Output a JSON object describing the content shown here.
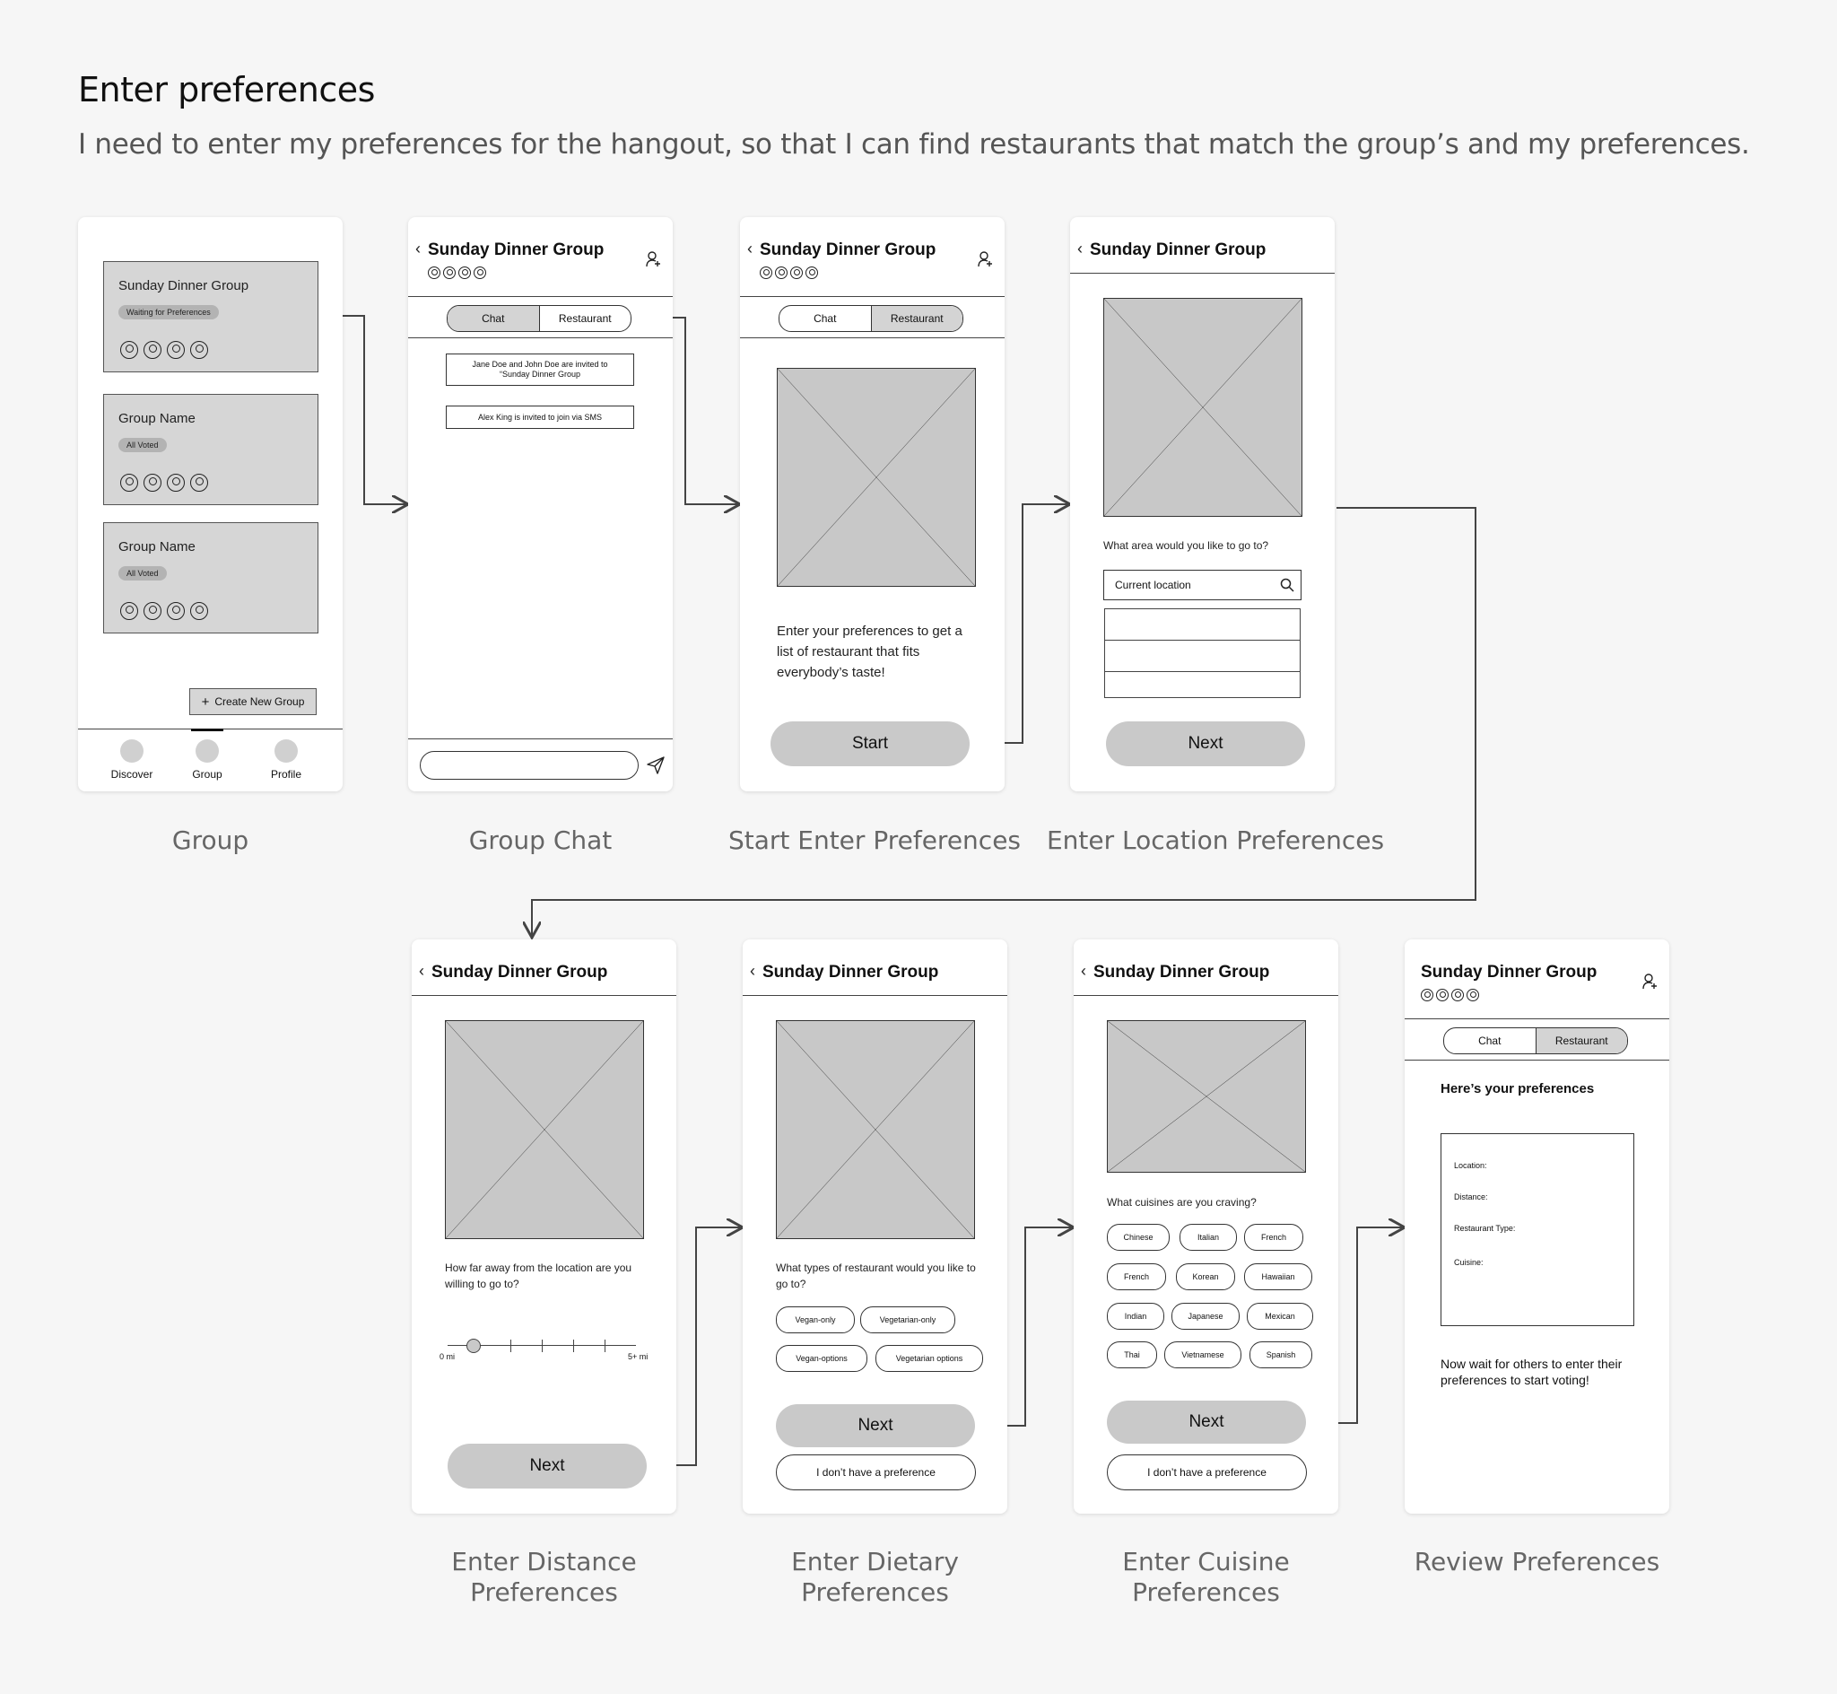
{
  "title": "Enter preferences",
  "subtitle": "I need to enter my preferences for the hangout, so that I can find restaurants that match the group’s and my preferences.",
  "captions": {
    "group": "Group",
    "group_chat": "Group Chat",
    "start": "Start Enter Preferences",
    "location": "Enter Location Preferences",
    "distance": [
      "Enter Distance",
      "Preferences"
    ],
    "dietary": [
      "Enter Dietary",
      "Preferences"
    ],
    "cuisine": [
      "Enter Cuisine",
      "Preferences"
    ],
    "review": "Review Preferences"
  },
  "group_name": "Sunday Dinner Group",
  "tabs": {
    "chat": "Chat",
    "restaurant": "Restaurant"
  },
  "group_screen": {
    "cards": [
      {
        "name": "Sunday Dinner Group",
        "badge": "Waiting for Preferences"
      },
      {
        "name": "Group Name",
        "badge": "All Voted"
      },
      {
        "name": "Group Name",
        "badge": "All Voted"
      }
    ],
    "create_button": "Create New Group",
    "nav": [
      "Discover",
      "Group",
      "Profile"
    ]
  },
  "chat_screen": {
    "messages": [
      "Jane Doe and John Doe are invited to “Sunday Dinner Group",
      "Alex King is invited to join via SMS"
    ]
  },
  "start_screen": {
    "text": "Enter your preferences to get a list of restaurant that fits everybody’s taste!",
    "button": "Start"
  },
  "location_screen": {
    "question": "What area would you like to go to?",
    "input_value": "Current location",
    "button": "Next"
  },
  "distance_screen": {
    "question": "How far away from the location are you willing to go to?",
    "slider_min": "0 mi",
    "slider_max": "5+ mi",
    "slider_value": 0.1,
    "button": "Next"
  },
  "dietary_screen": {
    "question": "What types of restaurant would you like to go to?",
    "chips": [
      "Vegan-only",
      "Vegetarian-only",
      "Vegan-options",
      "Vegetarian options"
    ],
    "button": "Next",
    "secondary": "I don’t have a preference"
  },
  "cuisine_screen": {
    "question": "What cuisines are you craving?",
    "chips": [
      "Chinese",
      "Italian",
      "French",
      "French",
      "Korean",
      "Hawaiian",
      "Indian",
      "Japanese",
      "Mexican",
      "Thai",
      "Vietnamese",
      "Spanish"
    ],
    "button": "Next",
    "secondary": "I don’t have a preference"
  },
  "review_screen": {
    "heading": "Here’s your preferences",
    "fields": [
      "Location:",
      "Distance:",
      "Restaurant Type:",
      "Cuisine:"
    ],
    "footer": "Now wait for others to enter their preferences to start voting!"
  },
  "colors": {
    "background": "#f6f6f6",
    "placeholder": "#c8c8c8",
    "button": "#c9c9c9",
    "line": "#444444"
  }
}
